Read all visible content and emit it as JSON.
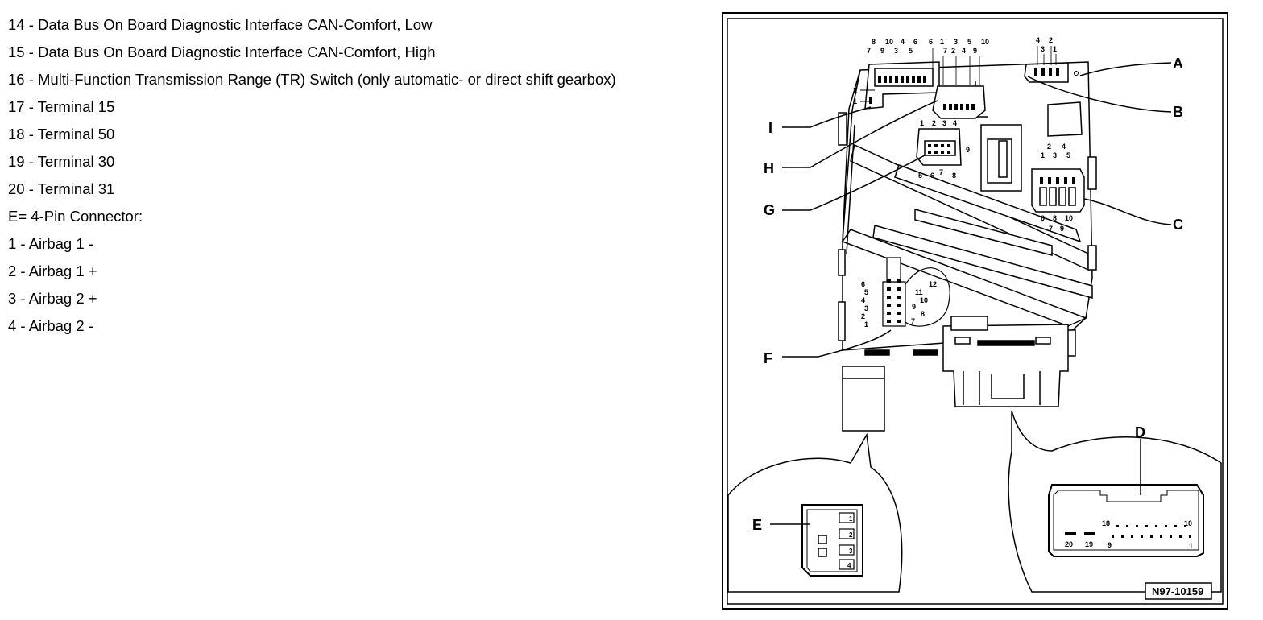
{
  "legend": [
    "14 - Data Bus On Board Diagnostic Interface CAN-Comfort, Low",
    "15 - Data Bus On Board Diagnostic Interface CAN-Comfort, High",
    "16 - Multi-Function Transmission Range (TR) Switch (only automatic- or direct shift gearbox)",
    "17 - Terminal 15",
    "18 - Terminal 50",
    "19 - Terminal 30",
    "20 - Terminal 31",
    "E= 4-Pin Connector:",
    "1 - Airbag 1 -",
    "2 - Airbag 1 +",
    "3 - Airbag 2 +",
    "4 - Airbag 2 -"
  ],
  "callouts": {
    "A": "A",
    "B": "B",
    "C": "C",
    "D": "D",
    "E": "E",
    "F": "F",
    "G": "G",
    "H": "H",
    "I": "I"
  },
  "figure_id": "N97-10159",
  "pins": {
    "i_top": [
      "8",
      "10",
      "4",
      "6"
    ],
    "i_top2": [
      "7",
      "9",
      "3",
      "5"
    ],
    "i_left": [
      "2",
      "1"
    ],
    "h_top": [
      "6",
      "1",
      "3",
      "5",
      "10"
    ],
    "h_top2": [
      "7",
      "2",
      "4",
      "9"
    ],
    "g_top": [
      "1",
      "2",
      "3",
      "4"
    ],
    "g_bottom": [
      "5",
      "6",
      "7",
      "8"
    ],
    "g_side": "9",
    "b_top": [
      "4",
      "2"
    ],
    "b_top2": [
      "3",
      "1"
    ],
    "c_top": [
      "2",
      "4"
    ],
    "c_top2": [
      "1",
      "3",
      "5"
    ],
    "c_bottom": [
      "6",
      "8",
      "10"
    ],
    "c_bottom2": [
      "7",
      "9"
    ],
    "f_left": [
      "6",
      "5",
      "4",
      "3",
      "2",
      "1"
    ],
    "f_right": [
      "12",
      "11",
      "10",
      "9",
      "8",
      "7"
    ],
    "d_pins": [
      "20",
      "19",
      "18",
      "10",
      "9",
      "1"
    ],
    "e_pins": [
      "1",
      "2",
      "3",
      "4"
    ]
  }
}
